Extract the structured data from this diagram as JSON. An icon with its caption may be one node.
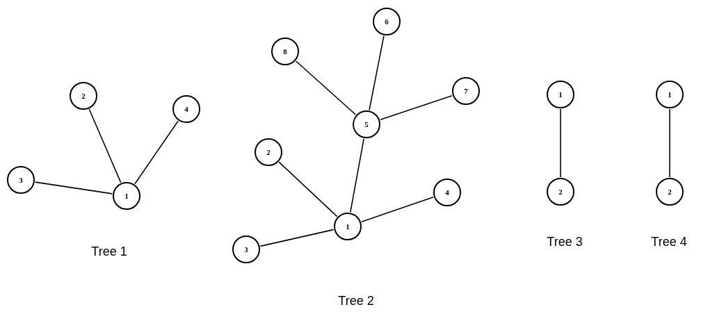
{
  "diagram": {
    "nodes": [
      {
        "text": [
          "2"
        ]
      },
      {
        "text": [
          "4"
        ]
      },
      {
        "text": [
          "3"
        ]
      },
      {
        "text": [
          "1"
        ]
      },
      {
        "text": [
          "6"
        ]
      },
      {
        "text": [
          "8"
        ]
      },
      {
        "text": [
          "7"
        ]
      },
      {
        "text": [
          "5"
        ]
      },
      {
        "text": [
          "2"
        ]
      },
      {
        "text": [
          "4"
        ]
      },
      {
        "text": [
          "1"
        ]
      },
      {
        "text": [
          "3"
        ]
      },
      {
        "text": [
          "1"
        ]
      },
      {
        "text": [
          "2"
        ]
      },
      {
        "text": [
          "1"
        ]
      },
      {
        "text": [
          "2"
        ]
      }
    ],
    "edges": [
      {
        "from": 0,
        "to": 3,
        "arrow": "none"
      },
      {
        "from": 1,
        "to": 3,
        "arrow": "none"
      },
      {
        "from": 2,
        "to": 3,
        "arrow": "none"
      },
      {
        "from": 5,
        "to": 7,
        "arrow": "none"
      },
      {
        "from": 4,
        "to": 7,
        "arrow": "none"
      },
      {
        "from": 6,
        "to": 7,
        "arrow": "none"
      },
      {
        "from": 7,
        "to": 10,
        "arrow": "none"
      },
      {
        "from": 8,
        "to": 10,
        "arrow": "none"
      },
      {
        "from": 9,
        "to": 10,
        "arrow": "none"
      },
      {
        "from": 11,
        "to": 10,
        "arrow": "none"
      },
      {
        "from": 12,
        "to": 13,
        "arrow": "none"
      },
      {
        "from": 14,
        "to": 15,
        "arrow": "none"
      }
    ],
    "labels": [
      "Tree 1",
      "Tree 3",
      "Tree 4",
      "Tree 2"
    ]
  }
}
